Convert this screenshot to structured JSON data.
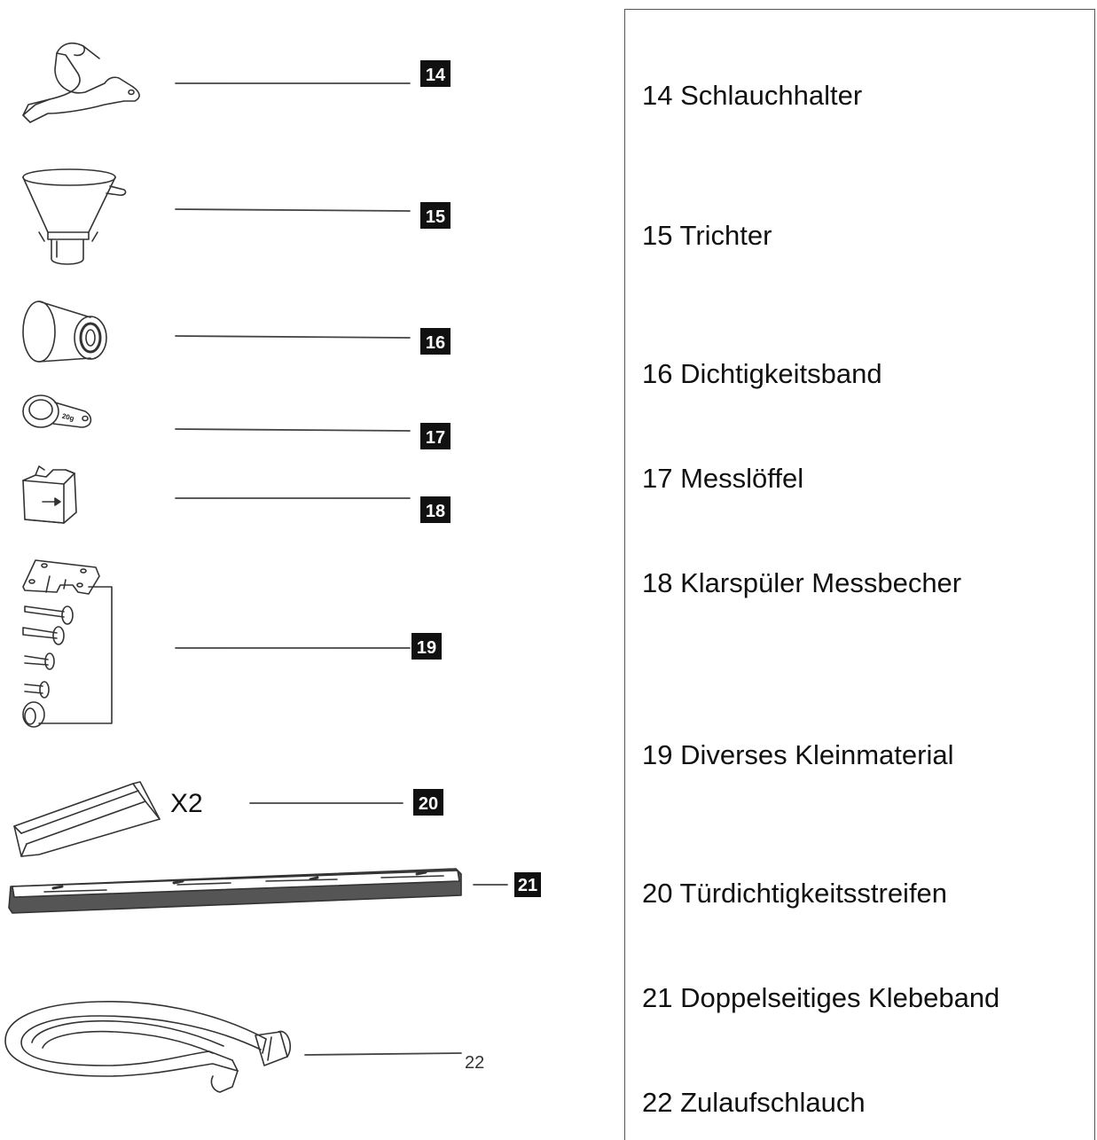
{
  "parts": [
    {
      "num": "14",
      "label": "14 Schlauchhalter"
    },
    {
      "num": "15",
      "label": "15 Trichter"
    },
    {
      "num": "16",
      "label": "16 Dichtigkeitsband"
    },
    {
      "num": "17",
      "label": "17 Messlöffel"
    },
    {
      "num": "18",
      "label": "18 Klarspüler Messbecher"
    },
    {
      "num": "19",
      "label": "19 Diverses Kleinmaterial"
    },
    {
      "num": "20",
      "label": "20 Türdichtigkeitsstreifen"
    },
    {
      "num": "21",
      "label": "21 Doppelseitiges Klebeband"
    },
    {
      "num": "22",
      "label": "22 Zulaufschlauch"
    }
  ],
  "illustration": {
    "quantity_label": "X2",
    "spoon_marking": "20g"
  }
}
